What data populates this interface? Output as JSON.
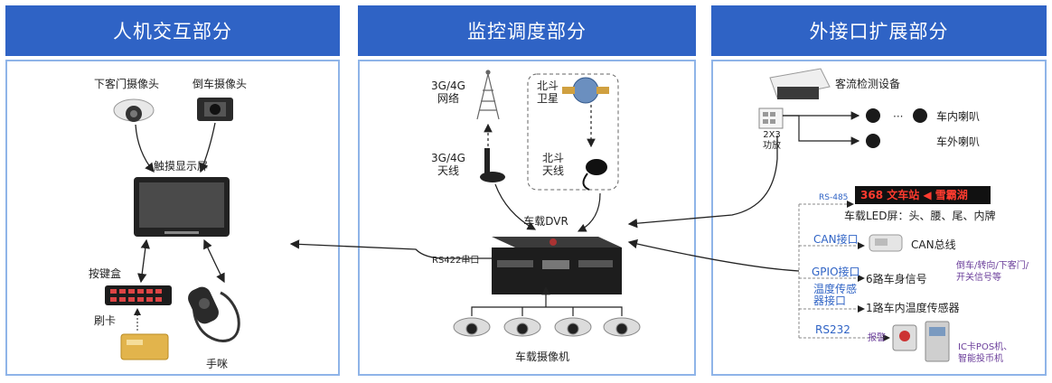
{
  "panels": [
    {
      "title": "人机交互部分"
    },
    {
      "title": "监控调度部分"
    },
    {
      "title": "外接口扩展部分"
    }
  ],
  "left": {
    "door_camera": "下客门摄像头",
    "rear_camera": "倒车摄像头",
    "touch_screen": "触摸显示屏",
    "keypad": "按键盒",
    "card": "刷卡",
    "handset": "手咪"
  },
  "middle": {
    "network_line1": "3G/4G",
    "network_line2": "网络",
    "beidou_sat_line1": "北斗",
    "beidou_sat_line2": "卫星",
    "antenna_line1": "3G/4G",
    "antenna_line2": "天线",
    "beidou_ant_line1": "北斗",
    "beidou_ant_line2": "天线",
    "dvr": "车载DVR",
    "rs422": "RS422串口",
    "cameras": "车载摄像机"
  },
  "right": {
    "passenger_counter": "客流检测设备",
    "speaker_in": "车内喇叭",
    "speaker_out": "车外喇叭",
    "amp_line1": "2X3",
    "amp_line2": "功放",
    "rs485": "RS-485",
    "led_display": "368 文车站 ◀ 雪霸湖",
    "led_label": "车载LED屏：头、腰、尾、内牌",
    "can_port": "CAN接口",
    "can_bus": "CAN总线",
    "gpio_port": "GPIO接口",
    "body_signal": "6路车身信号",
    "body_signal_detail_line1": "倒车/转向/下客门/",
    "body_signal_detail_line2": "开关信号等",
    "temp_port_line1": "温度传感",
    "temp_port_line2": "器接口",
    "temp_sensor": "1路车内温度传感器",
    "rs232": "RS232",
    "alarm": "报警",
    "pos_line1": "IC卡POS机、",
    "pos_line2": "智能投币机"
  },
  "colors": {
    "header_bg": "#2f63c5",
    "panel_border": "#8fb4e8",
    "accent_blue": "#2f63c5"
  }
}
